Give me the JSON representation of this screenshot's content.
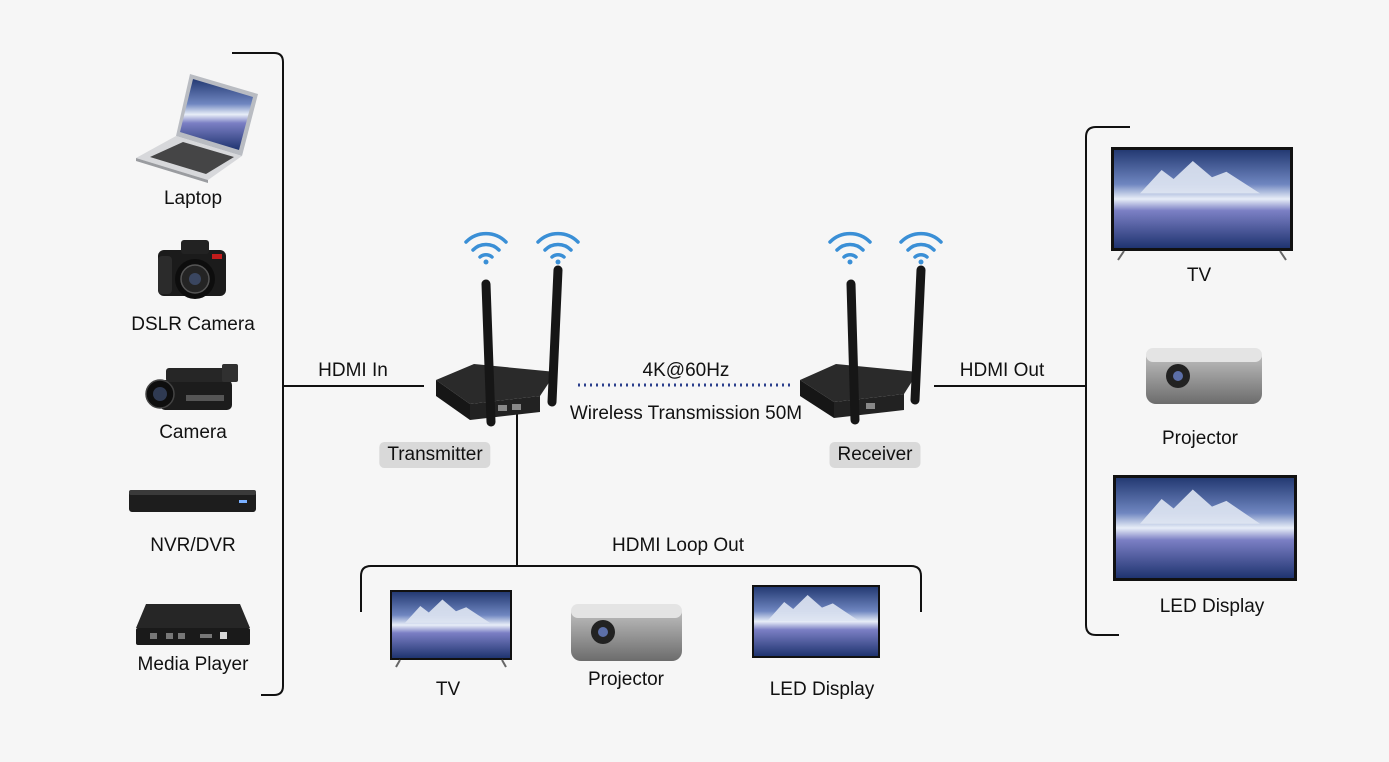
{
  "sources": {
    "laptop": "Laptop",
    "dslr": "DSLR Camera",
    "camera": "Camera",
    "nvr": "NVR/DVR",
    "media_player": "Media Player"
  },
  "links": {
    "hdmi_in": "HDMI In",
    "hdmi_out": "HDMI Out",
    "hdmi_loop_out": "HDMI Loop Out",
    "resolution": "4K@60Hz",
    "wireless": "Wireless Transmission 50M"
  },
  "devices": {
    "transmitter": "Transmitter",
    "receiver": "Receiver"
  },
  "outputs": {
    "tv": "TV",
    "projector": "Projector",
    "led": "LED Display"
  },
  "loop_outputs": {
    "tv": "TV",
    "projector": "Projector",
    "led": "LED Display"
  },
  "colors": {
    "wifi": "#3a8fd6",
    "link_dots": "#2b3f8c",
    "lines": "#111111",
    "pill_bg": "#d9d9d9"
  }
}
